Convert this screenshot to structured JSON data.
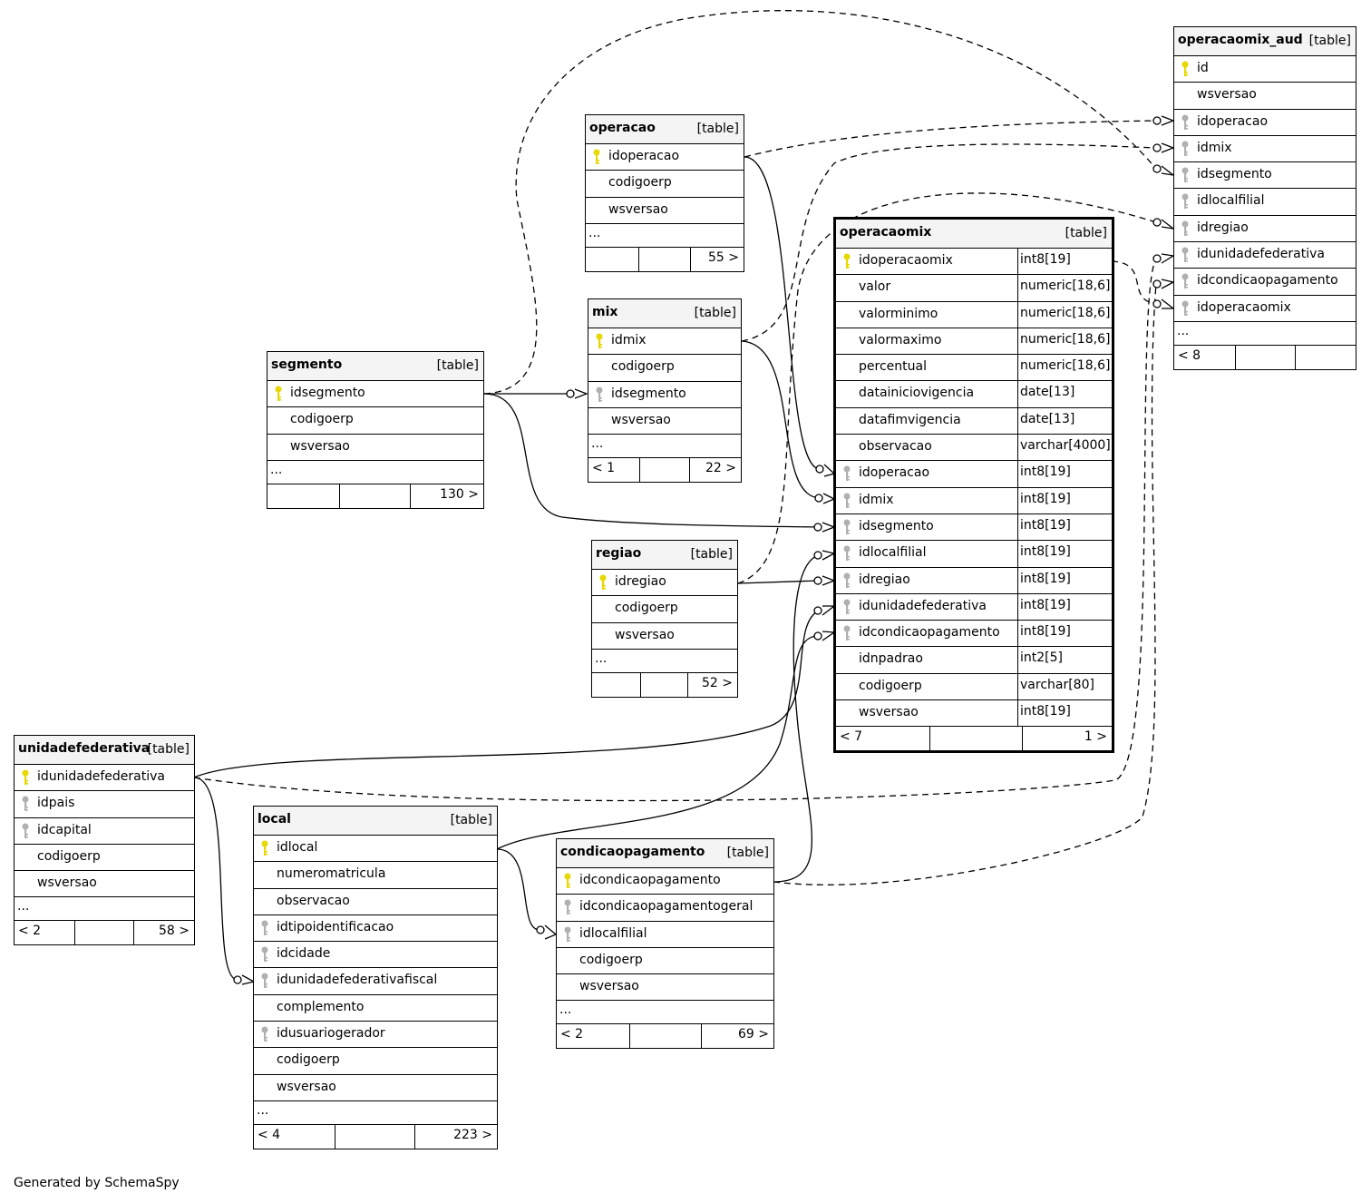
{
  "generated_by": "Generated by SchemaSpy",
  "tables": {
    "operacao": {
      "name": "operacao",
      "type": "[table]",
      "rows": [
        {
          "name": "idoperacao",
          "key": "pk"
        },
        {
          "name": "codigoerp"
        },
        {
          "name": "wsversao"
        }
      ],
      "more": "...",
      "foot": {
        "left": "",
        "right": "55 >"
      }
    },
    "mix": {
      "name": "mix",
      "type": "[table]",
      "rows": [
        {
          "name": "idmix",
          "key": "pk"
        },
        {
          "name": "codigoerp"
        },
        {
          "name": "idsegmento",
          "key": "fk"
        },
        {
          "name": "wsversao"
        }
      ],
      "more": "...",
      "foot": {
        "left": "< 1",
        "right": "22 >"
      }
    },
    "segmento": {
      "name": "segmento",
      "type": "[table]",
      "rows": [
        {
          "name": "idsegmento",
          "key": "pk"
        },
        {
          "name": "codigoerp"
        },
        {
          "name": "wsversao"
        }
      ],
      "more": "...",
      "foot": {
        "left": "",
        "right": "130 >"
      }
    },
    "regiao": {
      "name": "regiao",
      "type": "[table]",
      "rows": [
        {
          "name": "idregiao",
          "key": "pk"
        },
        {
          "name": "codigoerp"
        },
        {
          "name": "wsversao"
        }
      ],
      "more": "...",
      "foot": {
        "left": "",
        "right": "52 >"
      }
    },
    "operacaomix": {
      "name": "operacaomix",
      "type": "[table]",
      "rows": [
        {
          "name": "idoperacaomix",
          "key": "pk",
          "type": "int8[19]"
        },
        {
          "name": "valor",
          "type": "numeric[18,6]"
        },
        {
          "name": "valorminimo",
          "type": "numeric[18,6]"
        },
        {
          "name": "valormaximo",
          "type": "numeric[18,6]"
        },
        {
          "name": "percentual",
          "type": "numeric[18,6]"
        },
        {
          "name": "datainiciovigencia",
          "type": "date[13]"
        },
        {
          "name": "datafimvigencia",
          "type": "date[13]"
        },
        {
          "name": "observacao",
          "type": "varchar[4000]"
        },
        {
          "name": "idoperacao",
          "key": "fk",
          "type": "int8[19]"
        },
        {
          "name": "idmix",
          "key": "fk",
          "type": "int8[19]"
        },
        {
          "name": "idsegmento",
          "key": "fk",
          "type": "int8[19]"
        },
        {
          "name": "idlocalfilial",
          "key": "fk",
          "type": "int8[19]"
        },
        {
          "name": "idregiao",
          "key": "fk",
          "type": "int8[19]"
        },
        {
          "name": "idunidadefederativa",
          "key": "fk",
          "type": "int8[19]"
        },
        {
          "name": "idcondicaopagamento",
          "key": "fk",
          "type": "int8[19]"
        },
        {
          "name": "idnpadrao",
          "type": "int2[5]"
        },
        {
          "name": "codigoerp",
          "type": "varchar[80]"
        },
        {
          "name": "wsversao",
          "type": "int8[19]"
        }
      ],
      "more": "",
      "foot": {
        "left": "< 7",
        "right": "1 >"
      }
    },
    "operacaomix_aud": {
      "name": "operacaomix_aud",
      "type": "[table]",
      "rows": [
        {
          "name": "id",
          "key": "pk"
        },
        {
          "name": "wsversao"
        },
        {
          "name": "idoperacao",
          "key": "fk"
        },
        {
          "name": "idmix",
          "key": "fk"
        },
        {
          "name": "idsegmento",
          "key": "fk"
        },
        {
          "name": "idlocalfilial",
          "key": "fk"
        },
        {
          "name": "idregiao",
          "key": "fk"
        },
        {
          "name": "idunidadefederativa",
          "key": "fk"
        },
        {
          "name": "idcondicaopagamento",
          "key": "fk"
        },
        {
          "name": "idoperacaomix",
          "key": "fk"
        }
      ],
      "more": "...",
      "foot": {
        "left": "< 8",
        "right": ""
      }
    },
    "unidadefederativa": {
      "name": "unidadefederativa",
      "type": "[table]",
      "rows": [
        {
          "name": "idunidadefederativa",
          "key": "pk"
        },
        {
          "name": "idpais",
          "key": "fk"
        },
        {
          "name": "idcapital",
          "key": "fk"
        },
        {
          "name": "codigoerp"
        },
        {
          "name": "wsversao"
        }
      ],
      "more": "...",
      "foot": {
        "left": "< 2",
        "right": "58 >"
      }
    },
    "local": {
      "name": "local",
      "type": "[table]",
      "rows": [
        {
          "name": "idlocal",
          "key": "pk"
        },
        {
          "name": "numeromatricula"
        },
        {
          "name": "observacao"
        },
        {
          "name": "idtipoidentificacao",
          "key": "fk"
        },
        {
          "name": "idcidade",
          "key": "fk"
        },
        {
          "name": "idunidadefederativafiscal",
          "key": "fk"
        },
        {
          "name": "complemento"
        },
        {
          "name": "idusuariogerador",
          "key": "fk"
        },
        {
          "name": "codigoerp"
        },
        {
          "name": "wsversao"
        }
      ],
      "more": "...",
      "foot": {
        "left": "< 4",
        "right": "223 >"
      }
    },
    "condicaopagamento": {
      "name": "condicaopagamento",
      "type": "[table]",
      "rows": [
        {
          "name": "idcondicaopagamento",
          "key": "pk"
        },
        {
          "name": "idcondicaopagamentogeral",
          "key": "fk"
        },
        {
          "name": "idlocalfilial",
          "key": "fk"
        },
        {
          "name": "codigoerp"
        },
        {
          "name": "wsversao"
        }
      ],
      "more": "...",
      "foot": {
        "left": "< 2",
        "right": "69 >"
      }
    }
  },
  "colors": {
    "pk_key": "#e6d800",
    "fk_key": "#b0b0b0",
    "header_bg": "#f4f4f4",
    "line": "#000000"
  }
}
